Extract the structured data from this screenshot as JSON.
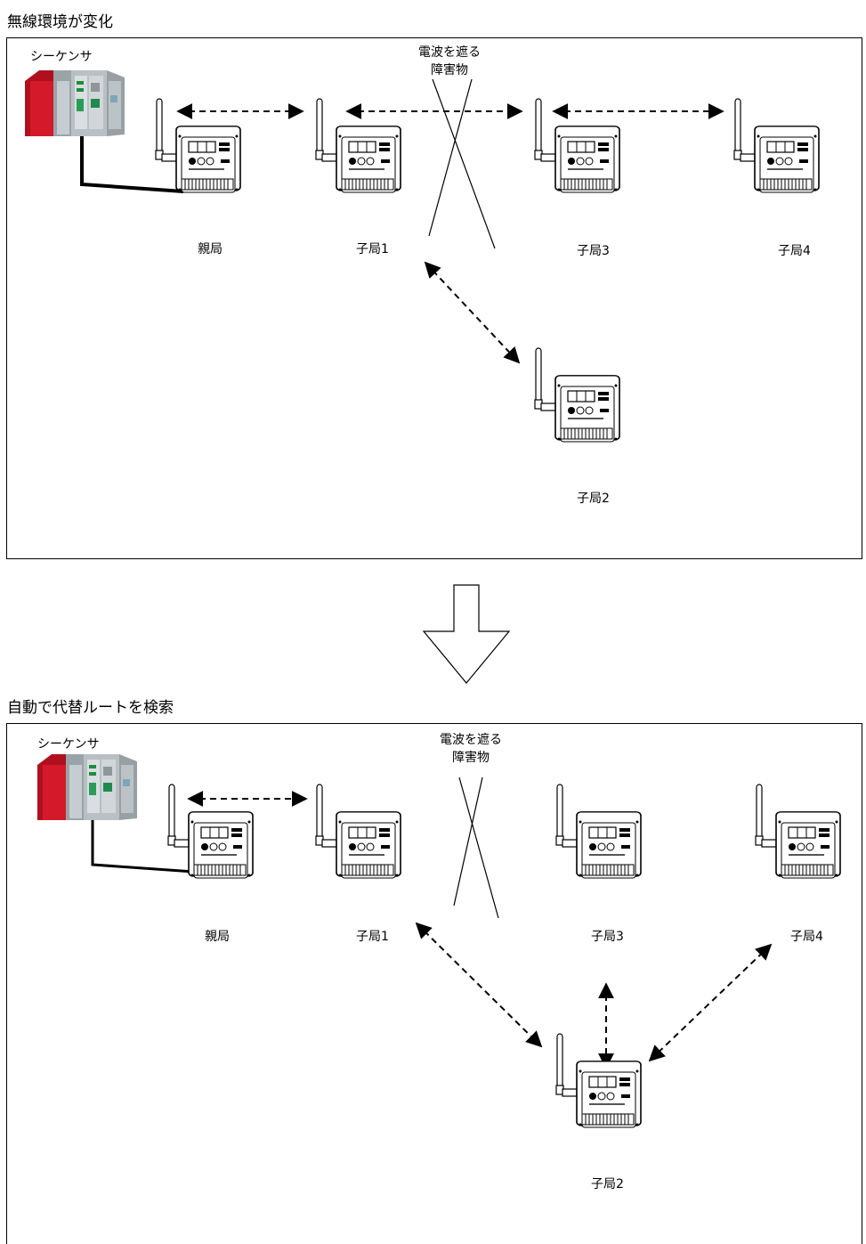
{
  "panel1": {
    "title": "無線環境が変化",
    "sequencer_label": "シーケンサ",
    "obstacle_line1": "電波を遮る",
    "obstacle_line2": "障害物",
    "master_label": "親局",
    "slave1_label": "子局1",
    "slave2_label": "子局2",
    "slave3_label": "子局3",
    "slave4_label": "子局4"
  },
  "panel2": {
    "title": "自動で代替ルートを検索",
    "sequencer_label": "シーケンサ",
    "obstacle_line1": "電波を遮る",
    "obstacle_line2": "障害物",
    "master_label": "親局",
    "slave1_label": "子局1",
    "slave2_label": "子局2",
    "slave3_label": "子局3",
    "slave4_label": "子局4"
  },
  "colors": {
    "plc_red": "#c8102e",
    "line": "#000000"
  }
}
